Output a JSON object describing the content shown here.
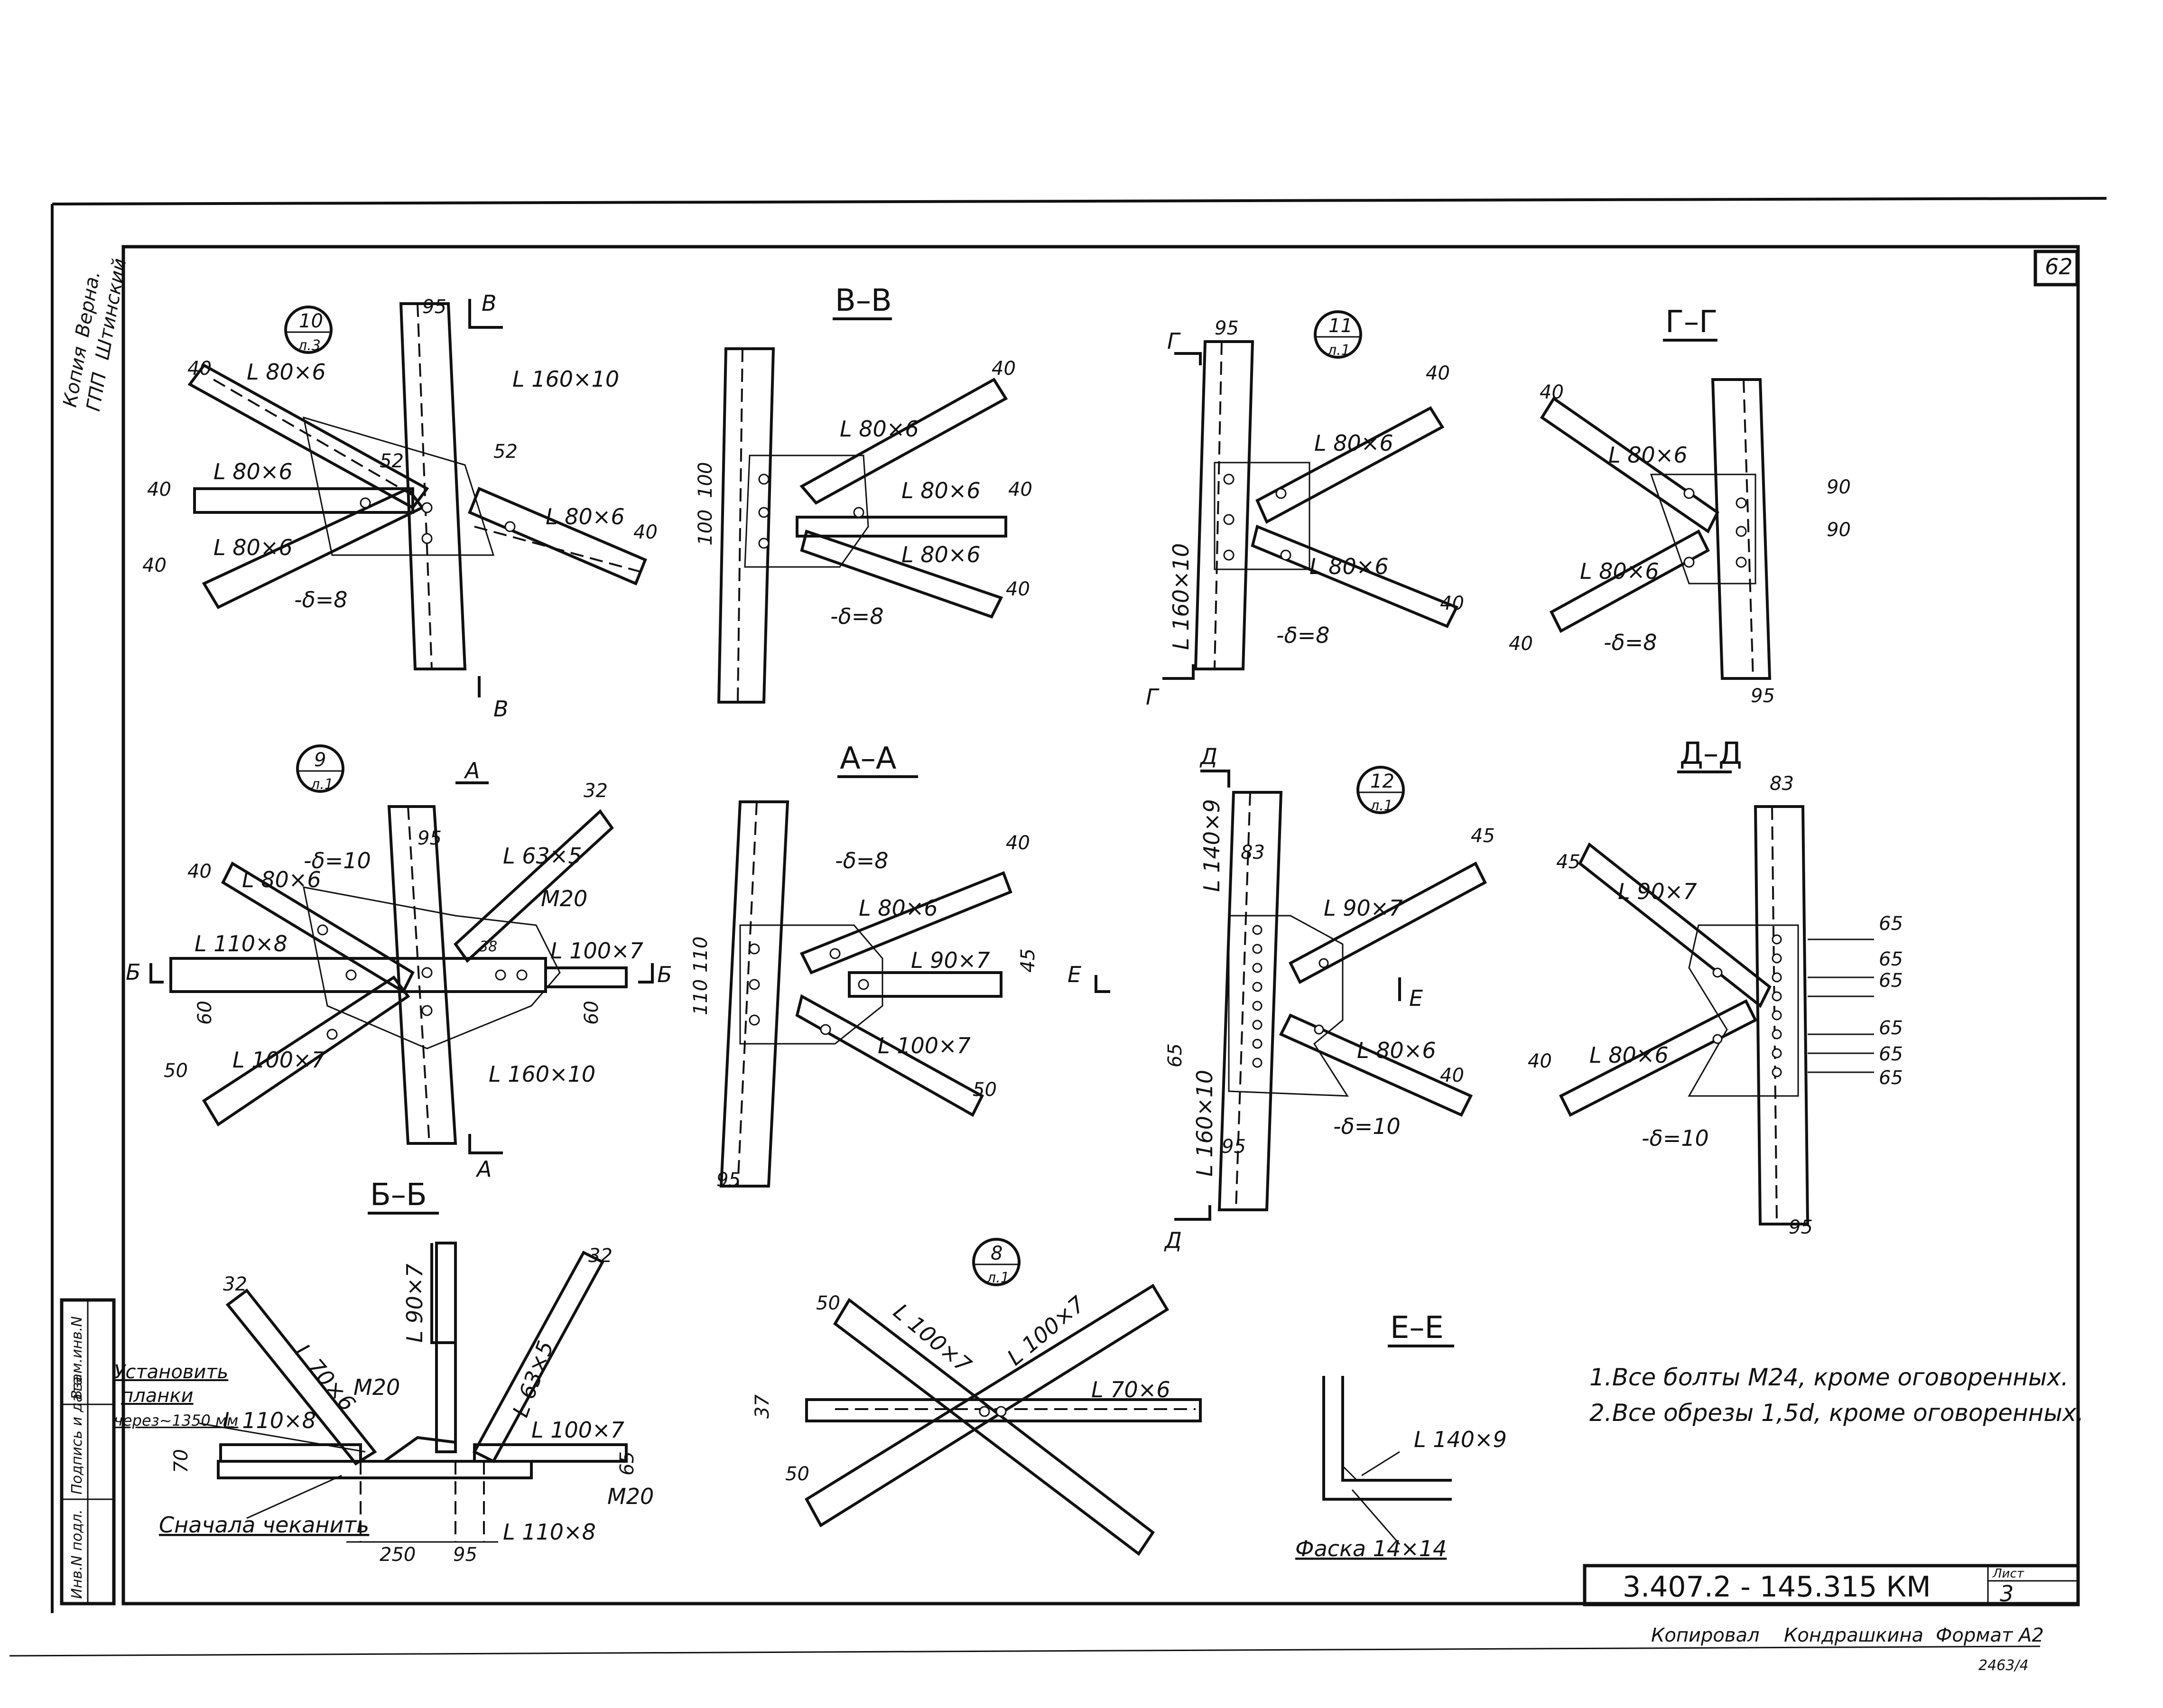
{
  "sheet": {
    "page_number": "62",
    "stamp": [
      "Копия",
      "Верна.",
      "ГПП",
      "Штинский"
    ],
    "side_strip": [
      "Инв.N подл.",
      "Подпись и дата",
      "Взам.инв.N"
    ]
  },
  "title_block": {
    "code": "3.407.2 - 145.3",
    "mark": "15 КМ",
    "sheet_label": "Лист",
    "sheet_no": "3"
  },
  "footer": {
    "copied": "Копировал",
    "copier": "Кондрашкина",
    "format": "Формат А2",
    "inventory": "2463/4"
  },
  "notes": [
    "1.Все болты М24, кроме оговоренных.",
    "2.Все обрезы 1,5d, кроме оговоренных."
  ],
  "instructions": {
    "install": [
      "Установить",
      "планки",
      "через~1350 мм"
    ],
    "caulk": "Сначала чеканить"
  },
  "nodes": {
    "n10": {
      "top": "10",
      "bottom": "л.3",
      "cut": "В",
      "labels": [
        "L 80×6",
        "L 80×6",
        "L 80×6",
        "L 80×6",
        "L 160×10",
        "-δ=8"
      ],
      "dims": [
        "95",
        "52",
        "52",
        "40",
        "40",
        "40",
        "40"
      ]
    },
    "n11": {
      "top": "11",
      "bottom": "л.1",
      "cut": "Г",
      "labels": [
        "L 80×6",
        "L 80×6",
        "L 160×10",
        "-δ=8"
      ],
      "dims": [
        "95",
        "40",
        "40"
      ]
    },
    "n9": {
      "top": "9",
      "bottom": "л.1",
      "cut_a": "А",
      "cut_b": "Б",
      "labels": [
        "L 80×6",
        "L 110×8",
        "L 100×7",
        "L 63×5",
        "L 100×7",
        "L 160×10",
        "-δ=10",
        "М20"
      ],
      "dims": [
        "95",
        "32",
        "40",
        "50",
        "60",
        "60",
        "38"
      ]
    },
    "n12": {
      "top": "12",
      "bottom": "л.1",
      "cut_d": "Д",
      "cut_e": "Е",
      "labels": [
        "L 140×9",
        "L 160×10",
        "L 90×7",
        "L 80×6",
        "-δ=10"
      ],
      "dims": [
        "83",
        "95",
        "45",
        "40",
        "65"
      ]
    },
    "n8": {
      "top": "8",
      "bottom": "л.1",
      "labels": [
        "L 100×7",
        "L 100×7",
        "L 70×6"
      ],
      "dims": [
        "50",
        "50",
        "37"
      ]
    }
  },
  "sections": {
    "VV": {
      "title": "В–В",
      "labels": [
        "L 80×6",
        "L 80×6",
        "L 80×6",
        "-δ=8"
      ],
      "dims": [
        "40",
        "40",
        "40",
        "100",
        "100"
      ]
    },
    "GG": {
      "title": "Г–Г",
      "labels": [
        "L 80×6",
        "L 80×6",
        "-δ=8"
      ],
      "dims": [
        "40",
        "40",
        "90",
        "90",
        "95"
      ]
    },
    "AA": {
      "title": "А–А",
      "labels": [
        "-δ=8",
        "L 80×6",
        "L 90×7",
        "L 100×7"
      ],
      "dims": [
        "40",
        "45",
        "50",
        "110",
        "110",
        "95"
      ]
    },
    "DD": {
      "title": "Д–Д",
      "labels": [
        "L 90×7",
        "L 80×6",
        "-δ=10"
      ],
      "dims": [
        "83",
        "45",
        "40",
        "65",
        "65",
        "65",
        "65",
        "65",
        "65",
        "95"
      ]
    },
    "BB": {
      "title": "Б–Б",
      "labels": [
        "L 70×6",
        "L 90×7",
        "L 63×5",
        "L 110×8",
        "L 100×7",
        "L 110×8",
        "М20",
        "М20"
      ],
      "dims": [
        "32",
        "32",
        "70",
        "65",
        "250",
        "95"
      ]
    },
    "EE": {
      "title": "Е–Е",
      "labels": [
        "L 140×9",
        "Фаска 14×14"
      ]
    }
  }
}
